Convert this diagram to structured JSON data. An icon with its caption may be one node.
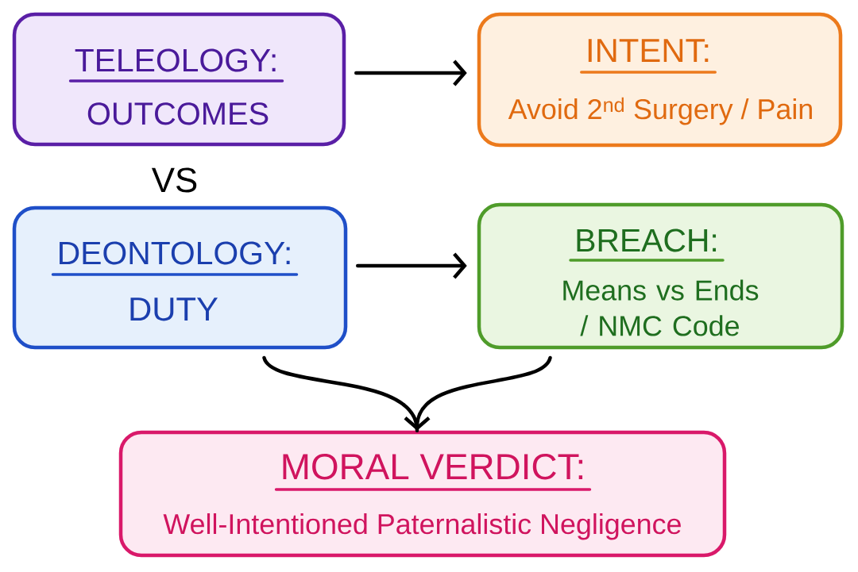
{
  "diagram": {
    "nodes": [
      {
        "text": [
          "TELEOLOGY:",
          "OUTCOMES"
        ]
      },
      {
        "text": [
          "INTENT:",
          "Avoid 2$^{nd}$ Surgery / Pain"
        ]
      },
      {
        "text": [
          "DEONTOLOGY:",
          "DUTY"
        ]
      },
      {
        "text": [
          "BREACH:",
          "Means vs Ends / NMC Code"
        ]
      },
      {
        "text": [
          "MORAL VERDICT:",
          "Well-Intentioned Paternalistic Negligence"
        ]
      }
    ],
    "edges": [
      {
        "from": 0,
        "to": 1,
        "arrow": "to"
      },
      {
        "from": 2,
        "to": 3,
        "arrow": "to"
      },
      {
        "from": 2,
        "to": 4,
        "arrow": "to"
      },
      {
        "from": 3,
        "to": 4,
        "arrow": "to"
      }
    ],
    "labels": [
      "VS"
    ]
  }
}
